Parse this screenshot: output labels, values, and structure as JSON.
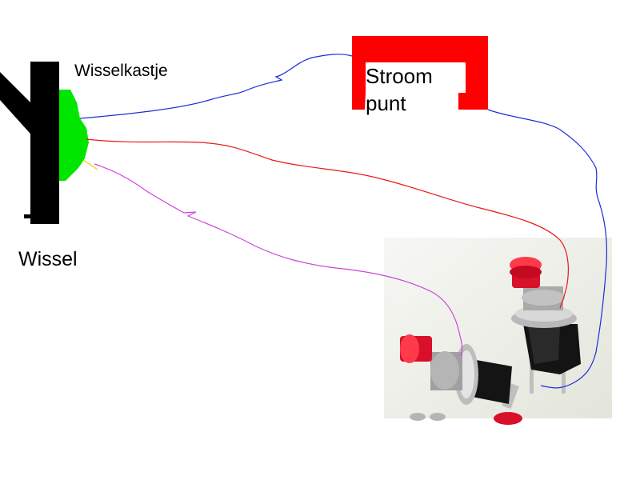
{
  "labels": {
    "switch_box": "Wisselkastje",
    "switch": "Wissel",
    "power_point_line1": "Stroom",
    "power_point_line2": "punt"
  },
  "colors": {
    "track": "#000000",
    "switch_box": "#00e600",
    "power_point": "#ff0000",
    "wire_blue": "#1a2fd6",
    "wire_red": "#e81818",
    "wire_magenta": "#cc44dd",
    "photo_background": "#eef0e8",
    "button_cap": "#d8102a",
    "button_body": "#141414",
    "metal": "#c8c8c8"
  },
  "icons": {
    "photo": "push-button-switches-photo"
  }
}
